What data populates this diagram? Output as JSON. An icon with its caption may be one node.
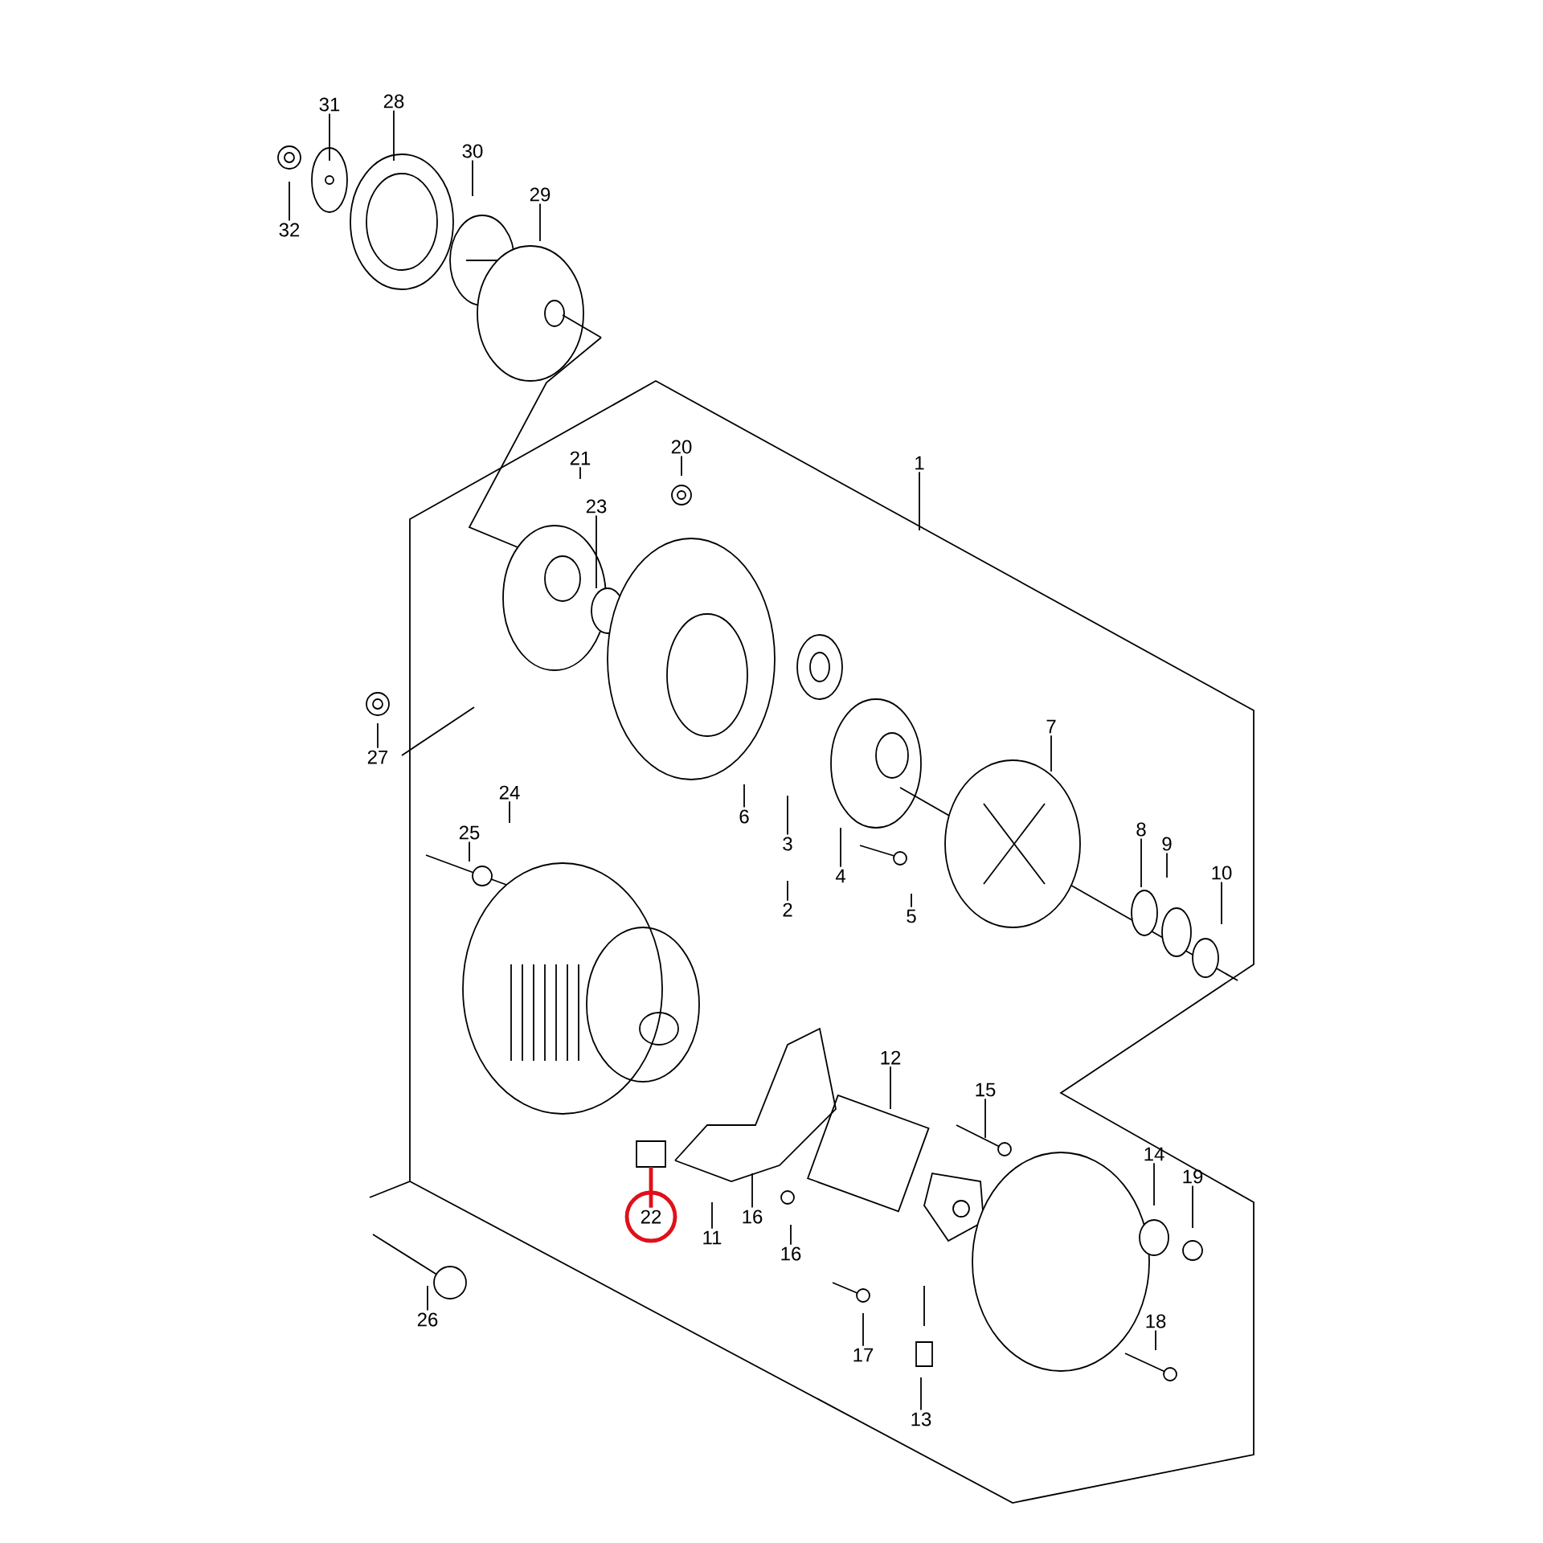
{
  "diagram": {
    "nodes": [
      {
        "text": [
          "31"
        ]
      },
      {
        "text": [
          "28"
        ]
      },
      {
        "text": [
          "30"
        ]
      },
      {
        "text": [
          "29"
        ]
      },
      {
        "text": [
          "32"
        ]
      },
      {
        "text": [
          "21"
        ]
      },
      {
        "text": [
          "20"
        ]
      },
      {
        "text": [
          "23"
        ]
      },
      {
        "text": [
          "1"
        ]
      },
      {
        "text": [
          "27"
        ]
      },
      {
        "text": [
          "7"
        ]
      },
      {
        "text": [
          "6"
        ]
      },
      {
        "text": [
          "3"
        ]
      },
      {
        "text": [
          "2"
        ]
      },
      {
        "text": [
          "4"
        ]
      },
      {
        "text": [
          "5"
        ]
      },
      {
        "text": [
          "8"
        ]
      },
      {
        "text": [
          "9"
        ]
      },
      {
        "text": [
          "10"
        ]
      },
      {
        "text": [
          "24"
        ]
      },
      {
        "text": [
          "25"
        ]
      },
      {
        "text": [
          "12"
        ]
      },
      {
        "text": [
          "15"
        ]
      },
      {
        "text": [
          "22"
        ]
      },
      {
        "text": [
          "11"
        ]
      },
      {
        "text": [
          "16"
        ]
      },
      {
        "text": [
          "16"
        ]
      },
      {
        "text": [
          "14"
        ]
      },
      {
        "text": [
          "19"
        ]
      },
      {
        "text": [
          "26"
        ]
      },
      {
        "text": [
          "17"
        ]
      },
      {
        "text": [
          "18"
        ]
      },
      {
        "text": [
          "13"
        ]
      }
    ],
    "edges": [
      {
        "from": 0,
        "to": null,
        "arrow": "none"
      },
      {
        "from": 1,
        "to": null,
        "arrow": "none"
      },
      {
        "from": 2,
        "to": null,
        "arrow": "none"
      },
      {
        "from": 3,
        "to": null,
        "arrow": "none"
      },
      {
        "from": 4,
        "to": null,
        "arrow": "none"
      },
      {
        "from": 5,
        "to": null,
        "arrow": "none"
      },
      {
        "from": 6,
        "to": null,
        "arrow": "none"
      },
      {
        "from": 7,
        "to": null,
        "arrow": "none"
      },
      {
        "from": 8,
        "to": null,
        "arrow": "none"
      },
      {
        "from": 9,
        "to": null,
        "arrow": "none"
      },
      {
        "from": 10,
        "to": null,
        "arrow": "none"
      },
      {
        "from": 11,
        "to": null,
        "arrow": "none"
      },
      {
        "from": 12,
        "to": null,
        "arrow": "none"
      },
      {
        "from": 13,
        "to": null,
        "arrow": "none"
      },
      {
        "from": 14,
        "to": null,
        "arrow": "none"
      },
      {
        "from": 15,
        "to": null,
        "arrow": "none"
      },
      {
        "from": 16,
        "to": null,
        "arrow": "none"
      },
      {
        "from": 17,
        "to": null,
        "arrow": "none"
      },
      {
        "from": 18,
        "to": null,
        "arrow": "none"
      },
      {
        "from": 19,
        "to": null,
        "arrow": "none"
      },
      {
        "from": 20,
        "to": null,
        "arrow": "none"
      },
      {
        "from": 21,
        "to": null,
        "arrow": "none"
      },
      {
        "from": 22,
        "to": null,
        "arrow": "none"
      },
      {
        "from": 23,
        "to": null,
        "arrow": "none",
        "style": "thick",
        "color": "#e0101a"
      },
      {
        "from": 24,
        "to": null,
        "arrow": "none"
      },
      {
        "from": 25,
        "to": null,
        "arrow": "none"
      },
      {
        "from": 26,
        "to": null,
        "arrow": "none"
      },
      {
        "from": 27,
        "to": null,
        "arrow": "none"
      },
      {
        "from": 28,
        "to": null,
        "arrow": "none"
      },
      {
        "from": 29,
        "to": null,
        "arrow": "none"
      },
      {
        "from": 30,
        "to": null,
        "arrow": "none"
      },
      {
        "from": 31,
        "to": null,
        "arrow": "none"
      },
      {
        "from": 32,
        "to": null,
        "arrow": "none"
      }
    ]
  }
}
